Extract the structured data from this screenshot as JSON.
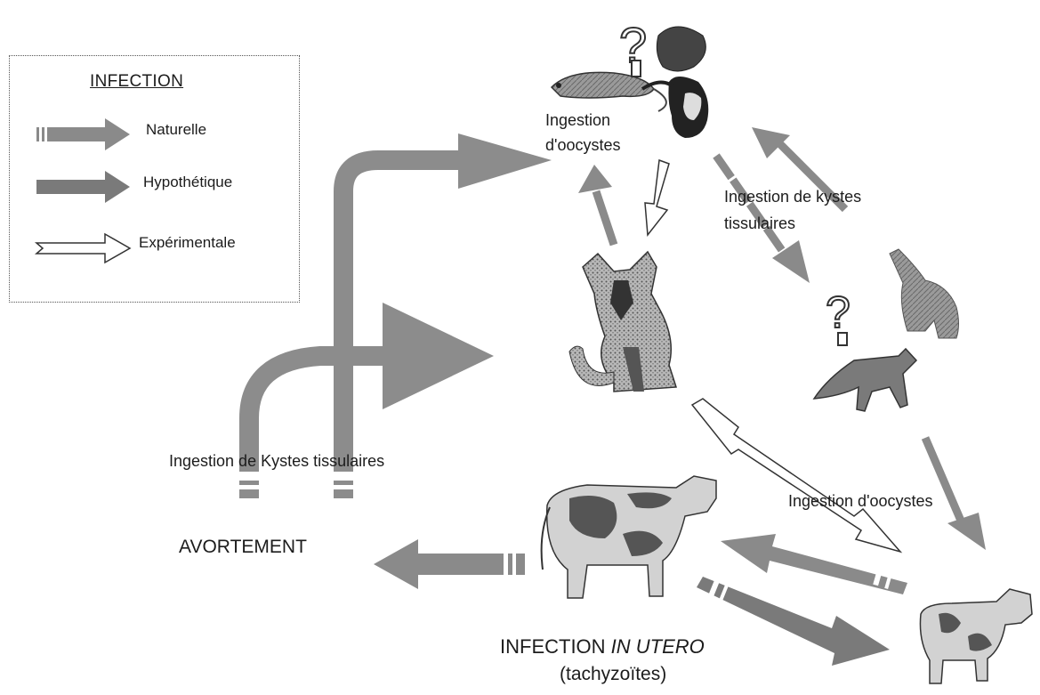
{
  "legend": {
    "title": "INFECTION",
    "items": [
      {
        "label": "Naturelle",
        "style": "natural-striped"
      },
      {
        "label": "Hypothétique",
        "style": "hypothetical-solid"
      },
      {
        "label": "Expérimentale",
        "style": "experimental-outline"
      }
    ]
  },
  "labels": {
    "ingestion_oocystes_top_line1": "Ingestion",
    "ingestion_oocystes_top_line2": "d'oocystes",
    "ingestion_kystes_line1": "Ingestion de kystes",
    "ingestion_kystes_line2": "tissulaires",
    "ingestion_kystes_tissulaires": "Ingestion de Kystes tissulaires",
    "ingestion_oocystes_right": "Ingestion d'oocystes",
    "avortement": "AVORTEMENT",
    "infection_in_utero_prefix": "INFECTION ",
    "infection_in_utero_italic": "IN UTERO",
    "tachyzoites": "(tachyzoïtes)",
    "question_mark_top": "?",
    "question_mark_right": "?"
  },
  "colors": {
    "arrow_gray": "#8a8a8a",
    "arrow_dark": "#6e6e6e",
    "outline": "#3a3a3a",
    "cow_spot": "#555555",
    "cow_light": "#cfcfcf"
  },
  "icons": [
    "rodent-icon",
    "squirrel-icon",
    "dog-icon",
    "wolf-icon",
    "fox-icon",
    "cow-icon",
    "calf-icon",
    "question-mark-icon"
  ]
}
